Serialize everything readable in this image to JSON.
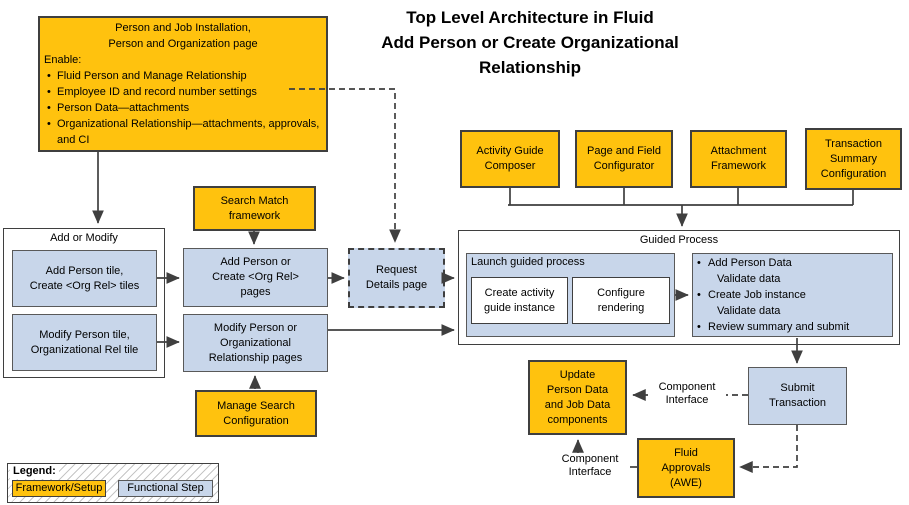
{
  "title_lines": [
    "Top Level Architecture in Fluid",
    "Add Person or Create Organizational",
    "Relationship"
  ],
  "colors": {
    "framework_setup": "#FFC20E",
    "functional_step": "#C8D6EA",
    "line": "#3f3f3f"
  },
  "setup_box": {
    "title1": "Person and Job Installation,",
    "title2": "Person and Organization page",
    "enable_label": "Enable:",
    "bullets": [
      "Fluid Person and Manage Relationship",
      "Employee ID and record number settings",
      "Person Data—attachments",
      "Organizational Relationship—attachments, approvals, and CI"
    ]
  },
  "search_match": {
    "line1": "Search Match",
    "line2": "framework"
  },
  "add_or_modify": {
    "title": "Add or Modify",
    "add_tile": {
      "line1": "Add Person tile,",
      "line2": "Create <Org Rel> tiles"
    },
    "modify_tile": {
      "line1": "Modify Person tile,",
      "line2": "Organizational Rel tile"
    }
  },
  "add_pages": {
    "line1": "Add Person or",
    "line2": "Create <Org Rel>",
    "line3": "pages"
  },
  "modify_pages": {
    "line1": "Modify Person or",
    "line2": "Organizational",
    "line3": "Relationship pages"
  },
  "manage_search": {
    "line1": "Manage Search",
    "line2": "Configuration"
  },
  "request_details": {
    "line1": "Request",
    "line2": "Details page"
  },
  "frameworks_row": [
    {
      "line1": "Activity Guide",
      "line2": "Composer",
      "line3": ""
    },
    {
      "line1": "Page and Field",
      "line2": "Configurator",
      "line3": ""
    },
    {
      "line1": "Attachment",
      "line2": "Framework",
      "line3": ""
    },
    {
      "line1": "Transaction",
      "line2": "Summary",
      "line3": "Configuration"
    }
  ],
  "guided_process": {
    "title": "Guided Process",
    "launch": {
      "title": "Launch guided process",
      "step1": {
        "line1": "Create activity",
        "line2": "guide instance"
      },
      "step2": {
        "line1": "Configure",
        "line2": "rendering"
      }
    },
    "steps": [
      "Add Person Data",
      "Validate data",
      "Create Job instance",
      "Validate data",
      "Review summary and submit"
    ]
  },
  "submit": {
    "line1": "Submit",
    "line2": "Transaction"
  },
  "update_components": {
    "line1": "Update",
    "line2": "Person Data",
    "line3": "and Job Data",
    "line4": "components"
  },
  "fluid_approvals": {
    "line1": "Fluid",
    "line2": "Approvals",
    "line3": "(AWE)"
  },
  "connector_labels": {
    "component_interface_1": "Component Interface",
    "component_interface_2": "Component Interface"
  },
  "legend": {
    "title": "Legend:",
    "framework": "Framework/Setup",
    "functional": "Functional Step"
  }
}
